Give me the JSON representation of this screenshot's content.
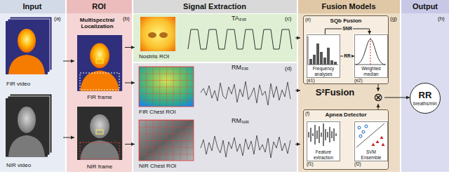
{
  "diagram": {
    "nodes": [
      {
        "text": [
          "FIR video"
        ]
      },
      {
        "text": [
          "NIR video"
        ]
      },
      {
        "text": [
          "Multispectral Localization"
        ]
      },
      {
        "text": [
          "FIR frame"
        ],
        "in": 2
      },
      {
        "text": [
          "NIR frame"
        ],
        "in": 2
      },
      {
        "text": [
          "Nostrils ROI"
        ]
      },
      {
        "text": [
          "FIR Chest ROI"
        ]
      },
      {
        "text": [
          "NIR Chest ROI"
        ]
      },
      {
        "text": [
          "S²Fusion"
        ]
      },
      {
        "text": [
          "SQb Fusion"
        ],
        "in": 8
      },
      {
        "text": [
          "Frequency analyses"
        ],
        "in": 9
      },
      {
        "text": [
          "Weighted median"
        ],
        "in": 9
      },
      {
        "text": [
          "Apnea Detector"
        ],
        "in": 8
      },
      {
        "text": [
          "Feature extraction"
        ],
        "in": 12
      },
      {
        "text": [
          "SVM Ensemble"
        ],
        "in": 12
      },
      {
        "text": [
          "⊗"
        ],
        "in": 8
      },
      {
        "text": [
          "RR",
          "breaths/min"
        ]
      }
    ],
    "edges": [
      {
        "from": 0,
        "to": 3,
        "arrow": "to"
      },
      {
        "from": 1,
        "to": 4,
        "arrow": "to"
      },
      {
        "from": 3,
        "to": 5,
        "arrow": "to"
      },
      {
        "from": 3,
        "to": 6,
        "arrow": "to"
      },
      {
        "from": 4,
        "to": 7,
        "arrow": "to"
      },
      {
        "from": 5,
        "to": 8,
        "arrow": "to"
      },
      {
        "from": 6,
        "to": 8,
        "arrow": "to"
      },
      {
        "from": 7,
        "to": 8,
        "arrow": "to"
      },
      {
        "from": 10,
        "to": 11,
        "label": "SNR",
        "arrow": "to"
      },
      {
        "from": 10,
        "to": 11,
        "label": "RR",
        "arrow": "to"
      },
      {
        "from": 9,
        "to": 15,
        "arrow": "to"
      },
      {
        "from": 12,
        "to": 15,
        "arrow": "to"
      },
      {
        "from": 15,
        "to": 16,
        "arrow": "to"
      }
    ],
    "labels": [
      "Input",
      "ROI",
      "Signal Extraction",
      "Fusion Models",
      "Output",
      "(a)",
      "(b)",
      "(c)",
      "TA",
      "FIR",
      "(d)",
      "RM",
      "FIR",
      "RM",
      "NIR",
      "(g)",
      "(e)",
      "(e1)",
      "(e2)",
      "(f)",
      "(f1)",
      "(f2)",
      "(h)"
    ]
  }
}
